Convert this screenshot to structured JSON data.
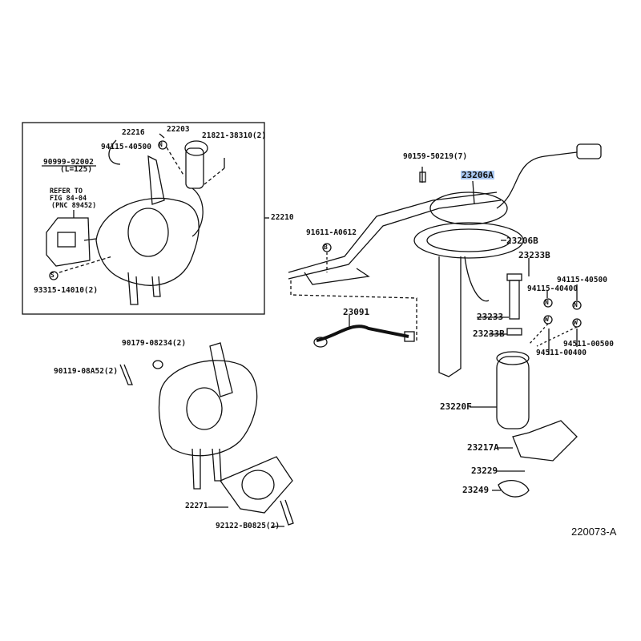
{
  "diagram": {
    "figure_number": "220073-A",
    "highlight_color": "#a9c8f2",
    "throttle_box": {
      "assembly": "22210",
      "parts": {
        "p22216": "22216",
        "p22203": "22203",
        "p21821": "21821-38310(2)",
        "p94115": "94115-40500",
        "p90999": "90999-92002",
        "p90999_len": "(L=125)",
        "refer1": "REFER TO",
        "refer2": "FIG 84-04",
        "refer3": "(PNC 89452)",
        "p93315": "93315-14010(2)"
      }
    },
    "lower_left": {
      "p90179": "90179-08234(2)",
      "p90119": "90119-08A52(2)",
      "p22271": "22271",
      "p92122": "92122-B0825(2)"
    },
    "fuel_pump": {
      "p90159": "90159-50219(7)",
      "p23206A": "23206A",
      "p91611": "91611-A0612",
      "p23206B": "23206B",
      "p23233B_top": "23233B",
      "p94115_40500": "94115-40500",
      "p94115_40400": "94115-40400",
      "p23091": "23091",
      "p23233": "23233",
      "p23233B_bottom": "23233B",
      "p94511_00500": "94511-00500",
      "p94511_00400": "94511-00400",
      "p23220F": "23220F",
      "p23217A": "23217A",
      "p23229": "23229",
      "p23249": "23249"
    },
    "symbols": {
      "N": "N",
      "S": "S",
      "W": "W",
      "B": "B"
    }
  }
}
